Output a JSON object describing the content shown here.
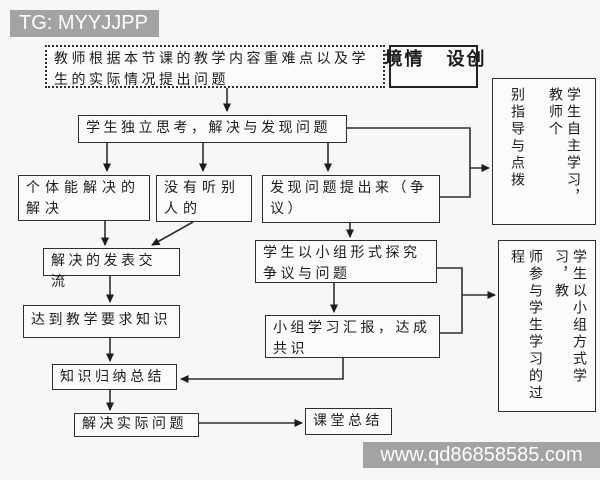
{
  "watermarks": {
    "top": "TG: MYYJJPP",
    "bottom": "www.qd86858585.com"
  },
  "colors": {
    "background": "#f7f7f5",
    "border": "#2e2e2e",
    "watermark_bg": "#a3a3a3",
    "watermark_text": "#fdfdfd"
  },
  "nodes": {
    "teacher_question": {
      "label": "教师根据本节课的教学内容重难点以及学生的实际情况提出问题"
    },
    "situation_creation": {
      "col_left": "情境",
      "col_right": "创设"
    },
    "self_study_note": {
      "col_left": "别指导与点拨",
      "col_right": "学生自主学习，教师个"
    },
    "independent_thinking": {
      "label": "学生独立思考，解决与发现问题"
    },
    "individual_solvable": {
      "label": "个体能解决的解决"
    },
    "not_heard_others": {
      "label": "没有听别人的"
    },
    "raise_problems": {
      "label": "发现问题提出来（争议）"
    },
    "present_exchange": {
      "label": "解决的发表交流"
    },
    "reach_requirement": {
      "label": "达到教学要求知识"
    },
    "knowledge_summary": {
      "label": "知识归纳总结"
    },
    "solve_practical": {
      "label": "解决实际问题"
    },
    "group_inquiry": {
      "label": "学生以小组形式探究争议与问题"
    },
    "group_report": {
      "label": "小组学习汇报，达成共识"
    },
    "class_summary": {
      "label": "课堂总结"
    },
    "group_study_note": {
      "col_left": "师参与学生学习的过程",
      "col_right": "学生以小组方式学习，教"
    }
  }
}
